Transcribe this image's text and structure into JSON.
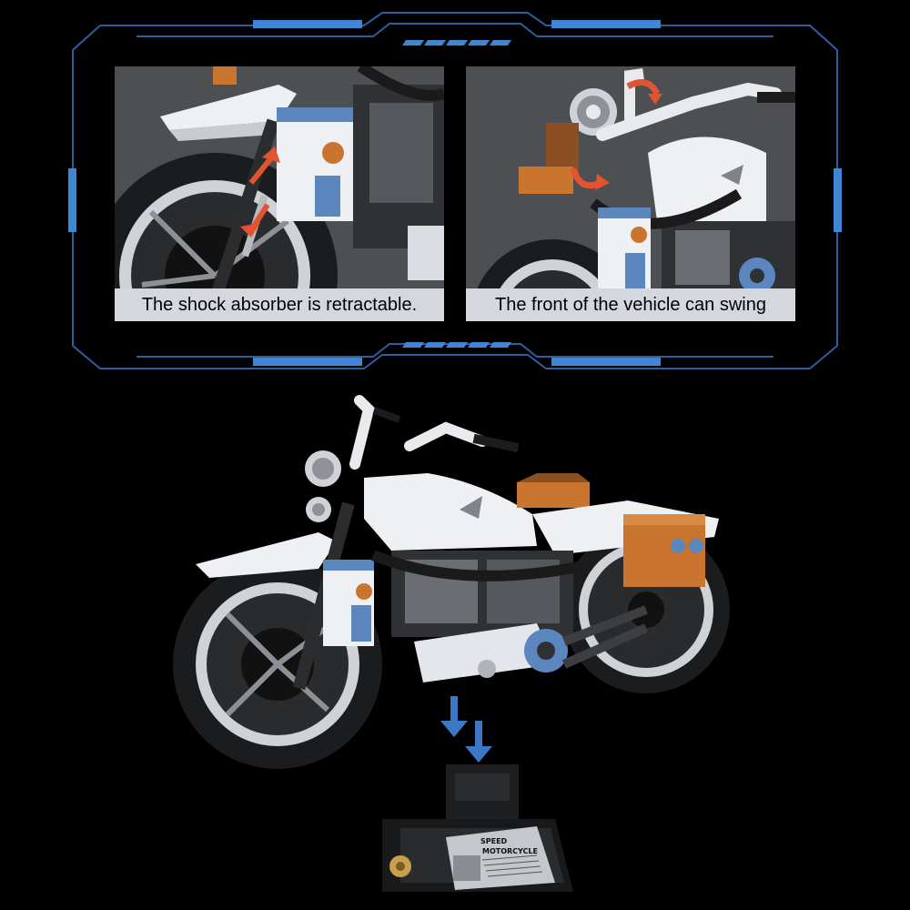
{
  "colors": {
    "background": "#000000",
    "frame_blue": "#2d5f9e",
    "frame_accent": "#3f86d6",
    "caption_bg": "#d4d8de",
    "brick_white": "#eef0f3",
    "brick_blue": "#5b86be",
    "brick_orange": "#c9742f",
    "arrow_red": "#e2542f",
    "arrow_blue": "#3b79c6"
  },
  "panels": [
    {
      "caption": "The shock absorber is retractable.",
      "icon": "shock-absorber-arrows-icon"
    },
    {
      "caption": "The front of the vehicle can swing",
      "icon": "swing-arrows-icon"
    }
  ],
  "stand": {
    "title_line1": "SPEED",
    "title_line2": "MOTORCYCLE"
  }
}
